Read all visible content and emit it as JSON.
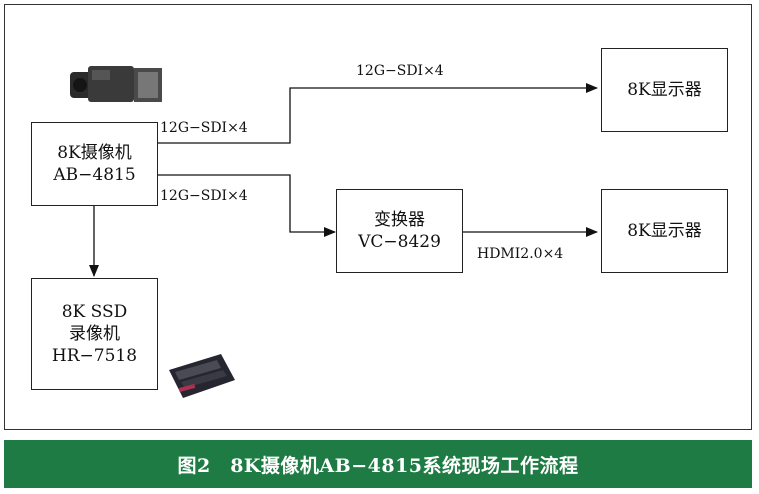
{
  "nodes": {
    "camera": {
      "line1": "8K摄像机",
      "line2": "AB−4815"
    },
    "recorder": {
      "line1": "8K SSD",
      "line2": "录像机",
      "line3": "HR−7518"
    },
    "converter": {
      "line1": "变换器",
      "line2": "VC−8429"
    },
    "display_top": {
      "line1": "8K显示器"
    },
    "display_bottom": {
      "line1": "8K显示器"
    }
  },
  "edges": {
    "camera_to_display_top_upper": "12G−SDI×4",
    "camera_to_display_top_lower": "12G−SDI×4",
    "camera_to_converter": "12G−SDI×4",
    "converter_to_display": "HDMI2.0×4"
  },
  "caption": "图2　8K摄像机AB−4815系统现场工作流程",
  "colors": {
    "caption_bg": "#1e7b43",
    "caption_text": "#ffffff",
    "line": "#111111"
  }
}
